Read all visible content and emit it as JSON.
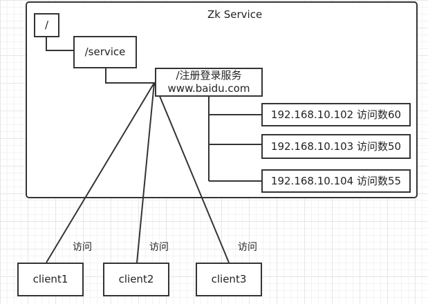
{
  "zk_frame": {
    "title": "Zk Service"
  },
  "nodes": {
    "root": "/",
    "service": "/service",
    "register": {
      "line1": "/注册登录服务",
      "line2": "www.baidu.com"
    },
    "servers": [
      "192.168.10.102 访问数60",
      "192.168.10.103 访问数50",
      "192.168.10.104 访问数55"
    ]
  },
  "clients": [
    "client1",
    "client2",
    "client3"
  ],
  "edge_labels": [
    "访问",
    "访问",
    "访问"
  ],
  "colors": {
    "stroke": "#333333",
    "grid": "#e6e6e6",
    "background": "#ffffff"
  }
}
